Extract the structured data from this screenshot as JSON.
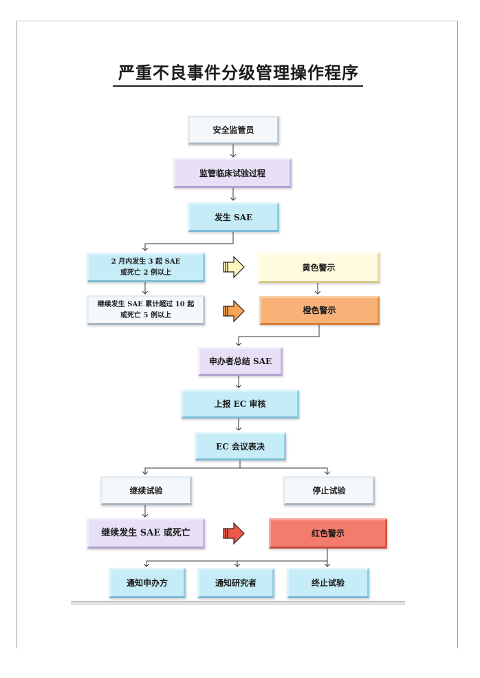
{
  "title": "严重不良事件分级管理操作程序",
  "nodes": {
    "safety_officer": "安全监管员",
    "monitor_trial": "监管临床试验过程",
    "sae_occurs": "发生 SAE",
    "cond_two_months_line1": "2 月内发生 3 起 SAE",
    "cond_two_months_line2": "或死亡 2 例以上",
    "yellow_alert": "黄色警示",
    "cond_cumulative_line1": "继续发生 SAE 累计超过 10 起",
    "cond_cumulative_line2": "或死亡 5 例以上",
    "orange_alert": "橙色警示",
    "sponsor_summary": "申办者总结 SAE",
    "report_ec": "上报 EC 审核",
    "ec_vote": "EC 会议表决",
    "continue_trial": "继续试验",
    "stop_trial": "停止试验",
    "continue_sae_death": "继续发生 SAE 或死亡",
    "red_alert": "红色警示",
    "notify_sponsor": "通知申办方",
    "notify_investigator": "通知研究者",
    "terminate_trial": "终止试验"
  },
  "colors": {
    "yellow_arrow": "#fff5c0",
    "orange_arrow": "#f6a455",
    "red_arrow": "#ee5a4a"
  }
}
